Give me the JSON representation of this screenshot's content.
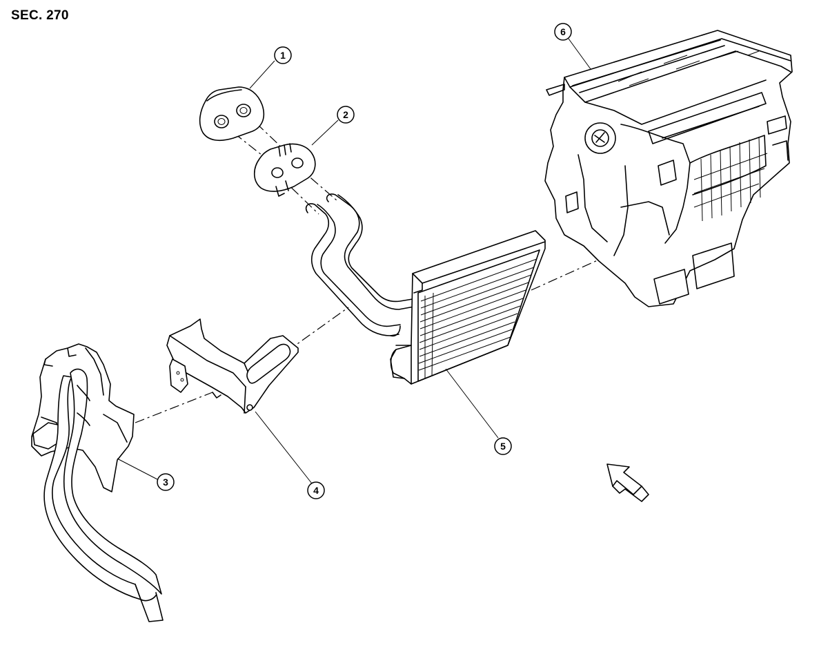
{
  "section_label": "SEC. 270",
  "callouts": [
    "1",
    "2",
    "3",
    "4",
    "5",
    "6"
  ]
}
